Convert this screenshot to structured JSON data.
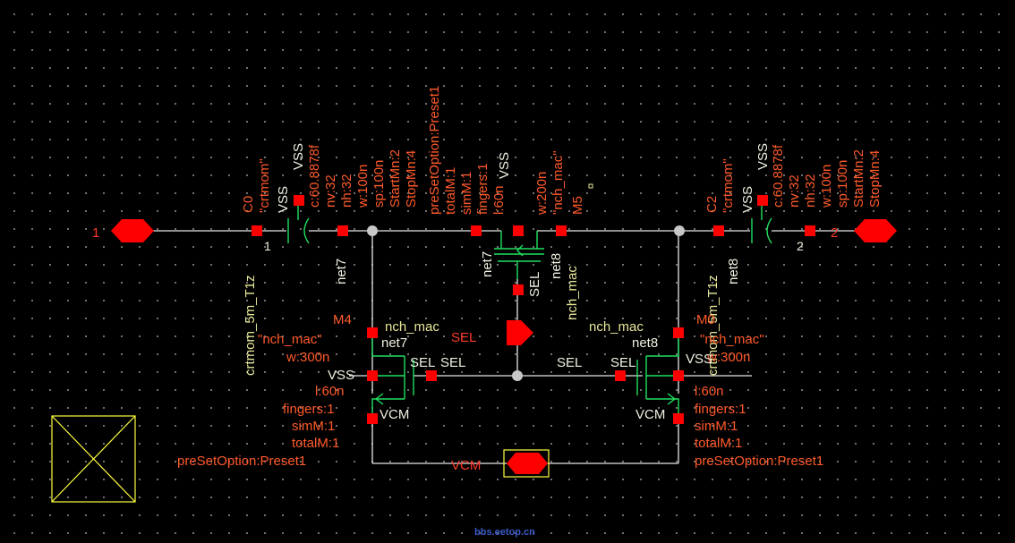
{
  "pins": {
    "pin1": "1",
    "pin2": "2",
    "sel": "SEL",
    "vcm": "VCM"
  },
  "caps": {
    "c0": {
      "inst": "C0",
      "cell": "\"crtmom\"",
      "bulk": "VSS",
      "bulk2": "VSS",
      "params": [
        "c:60.8878f",
        "nv:32",
        "nh:32",
        "w:100n",
        "sp:100n",
        "StartMn:2",
        "StopMn:4"
      ],
      "model": "crtmom_5m_T1z",
      "term": "1"
    },
    "c2": {
      "inst": "C2",
      "cell": "\"crtmom\"",
      "bulk": "VSS",
      "bulk2": "VSS",
      "params": [
        "c:60.8878f",
        "nv:32",
        "nh:32",
        "w:100n",
        "sp:100n",
        "StartMn:2",
        "StopMn:4"
      ],
      "model": "crtmom_5m_T1z",
      "term": "2"
    }
  },
  "m5": {
    "inst": "M5",
    "cell": "\"nch_mac\"",
    "params": [
      "preSetOption:Preset1",
      "totalM:1",
      "simM:1",
      "fingers:1",
      "l:60n",
      "w:200n"
    ],
    "bulk": "VSS",
    "nets": [
      "net7",
      "net8"
    ],
    "gate": "SEL",
    "model": "nch_mac"
  },
  "m4": {
    "inst": "M4",
    "cell": "\"nch_mac\"",
    "model": "nch_mac",
    "width": "w:300n",
    "bulk": "VSS",
    "params": [
      "l:60n",
      "fingers:1",
      "simM:1",
      "totalM:1",
      "preSetOption:Preset1"
    ],
    "drain": "net7",
    "gate": "SEL",
    "source": "VCM"
  },
  "m0": {
    "inst": "M0",
    "cell": "\"nch_mac\"",
    "model": "nch_mac",
    "width": "w:300n",
    "bulk": "VSS",
    "params": [
      "l:60n",
      "fingers:1",
      "simM:1",
      "totalM:1",
      "preSetOption:Preset1"
    ],
    "drain": "net8",
    "gate": "SEL",
    "source": "VCM"
  },
  "nets": {
    "net7": "net7",
    "net8": "net8",
    "sel_wire": "SEL"
  },
  "watermark": "bbs.eetop.cn",
  "colors": {
    "background": "#000000",
    "wire": "#e6e6e6",
    "device": "#20e060",
    "terminal": "#ff0000",
    "label": "#ff5a2a",
    "value": "#e8e89a"
  }
}
